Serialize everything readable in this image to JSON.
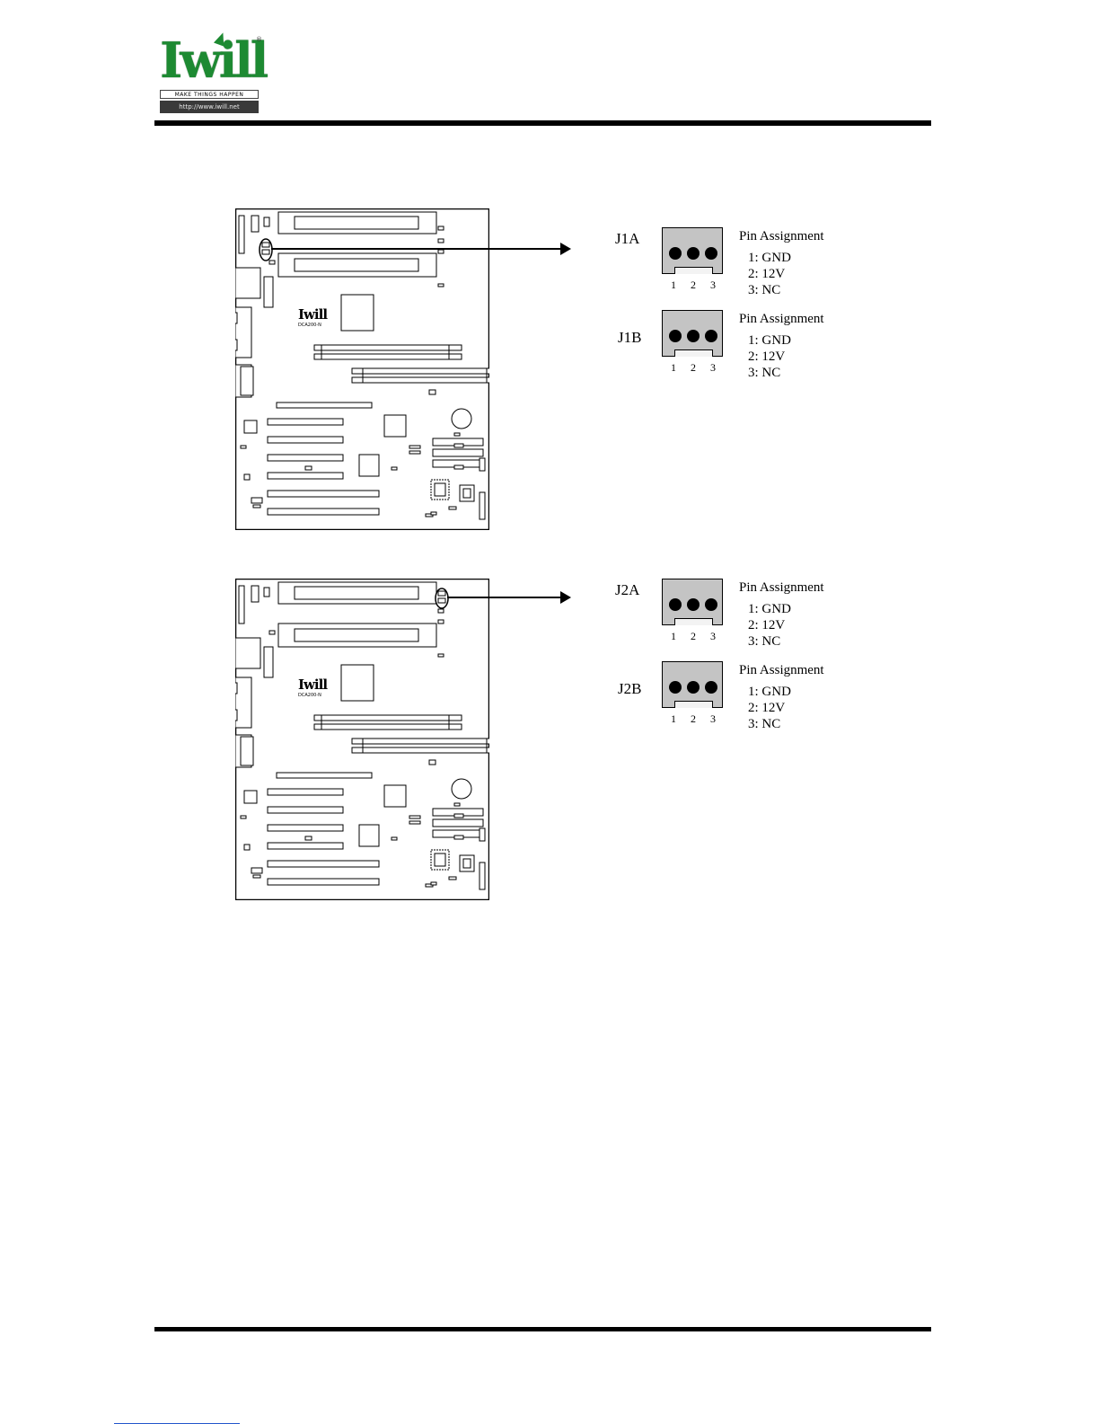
{
  "header": {
    "logo_text": "Iwill",
    "logo_tagline": "MAKE THINGS HAPPEN",
    "logo_url": "http://www.iwill.net",
    "brand_color": "#1d8a32"
  },
  "boards": [
    {
      "brand": "Iwill",
      "model": "DCA200-N",
      "highlight": "J1"
    },
    {
      "brand": "Iwill",
      "model": "DCA200-N",
      "highlight": "J2"
    }
  ],
  "connectors": [
    {
      "label": "J1A",
      "pin_numbers": [
        "1",
        "2",
        "3"
      ],
      "pin_title": "Pin Assignment",
      "pins": [
        "1: GND",
        "2: 12V",
        "3: NC"
      ]
    },
    {
      "label": "J1B",
      "pin_numbers": [
        "1",
        "2",
        "3"
      ],
      "pin_title": "Pin Assignment",
      "pins": [
        "1: GND",
        "2: 12V",
        "3: NC"
      ]
    },
    {
      "label": "J2A",
      "pin_numbers": [
        "1",
        "2",
        "3"
      ],
      "pin_title": "Pin Assignment",
      "pins": [
        "1: GND",
        "2: 12V",
        "3: NC"
      ]
    },
    {
      "label": "J2B",
      "pin_numbers": [
        "1",
        "2",
        "3"
      ],
      "pin_title": "Pin Assignment",
      "pins": [
        "1: GND",
        "2: 12V",
        "3: NC"
      ]
    }
  ],
  "colors": {
    "connector_fill": "#c4c4c4",
    "rule": "#000000"
  }
}
